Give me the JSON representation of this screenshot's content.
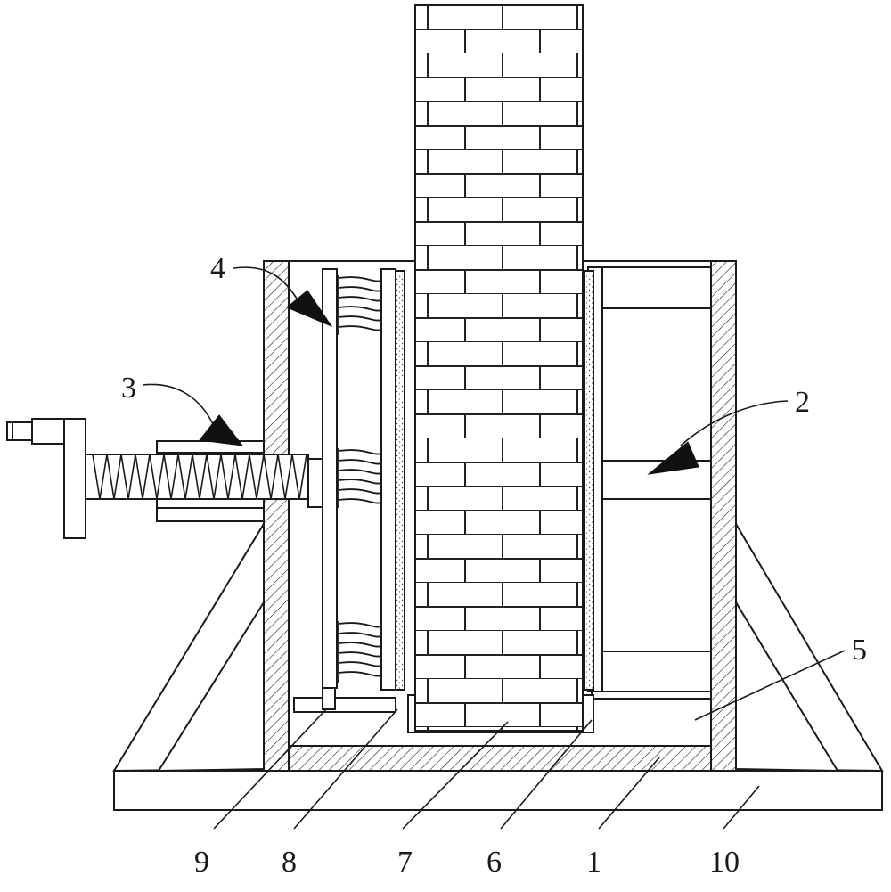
{
  "figure": {
    "type": "mechanical-drawing",
    "colors": {
      "line": "#1a1a1a",
      "fill": "#ffffff"
    },
    "callouts": [
      {
        "id": "callout-1",
        "text": "1"
      },
      {
        "id": "callout-2",
        "text": "2"
      },
      {
        "id": "callout-3",
        "text": "3"
      },
      {
        "id": "callout-4",
        "text": "4"
      },
      {
        "id": "callout-5",
        "text": "5"
      },
      {
        "id": "callout-6",
        "text": "6"
      },
      {
        "id": "callout-7",
        "text": "7"
      },
      {
        "id": "callout-8",
        "text": "8"
      },
      {
        "id": "callout-9",
        "text": "9"
      },
      {
        "id": "callout-10",
        "text": "10"
      }
    ]
  }
}
